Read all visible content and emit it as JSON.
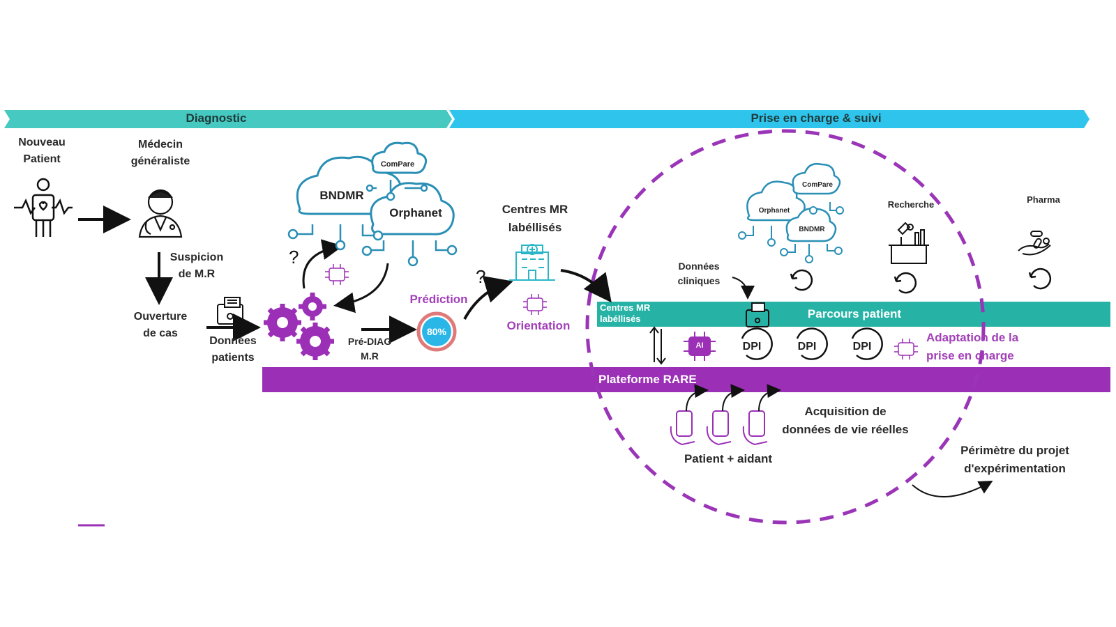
{
  "phases": {
    "diagnostic": "Diagnostic",
    "prise_en_charge": "Prise en charge & suivi"
  },
  "labels": {
    "nouveau_patient": "Nouveau\nPatient",
    "medecin": "Médecin\ngénéraliste",
    "suspicion": "Suspicion\nde M.R",
    "ouverture": "Ouverture\nde cas",
    "donnees_patients": "Données\npatients",
    "pre_diag": "Pré-DIAG\nM.R",
    "prediction": "Prédiction",
    "prediction_pct": "80%",
    "centres_mr": "Centres MR\nlabéllisés",
    "orientation": "Orientation",
    "question_1": "?",
    "question_2": "?",
    "donnees_cliniques": "Données\ncliniques",
    "recherche": "Recherche",
    "pharma": "Pharma",
    "centres_mr_small": "Centres MR\nlabéllisés",
    "parcours_patient": "Parcours patient",
    "adaptation": "Adaptation de la\nprise en charge",
    "plateforme": "Plateforme RARE",
    "acquisition": "Acquisition de\ndonnées de vie réelles",
    "patient_aidant": "Patient + aidant",
    "perimetre": "Périmètre du projet\nd'expérimentation",
    "dpi": "DPI",
    "ai": "AI"
  },
  "clouds_left": {
    "bndmr": "BNDMR",
    "orphanet": "Orphanet",
    "compare": "ComPare"
  },
  "clouds_right": {
    "orphanet": "Orphanet",
    "bndmr": "BNDMR",
    "compare": "ComPare"
  },
  "colors": {
    "teal": "#45c9c0",
    "sky": "#2fc4ec",
    "purple": "#a23fb8",
    "band_teal": "#26b3a6",
    "cloud_stroke": "#2a8fb5"
  }
}
